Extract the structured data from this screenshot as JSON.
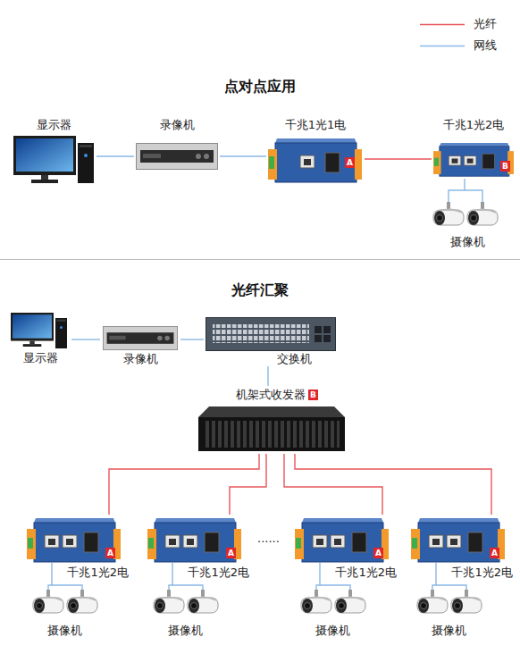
{
  "diagram": {
    "nodes": [
      {
        "text": [
          "显示器"
        ]
      },
      {
        "text": [
          "录像机"
        ]
      },
      {
        "text": [
          "千兆1光1电",
          "A"
        ]
      },
      {
        "text": [
          "千兆1光2电",
          "B"
        ]
      },
      {
        "text": [
          "摄像机"
        ]
      },
      {
        "text": [
          "显示器"
        ]
      },
      {
        "text": [
          "录像机"
        ]
      },
      {
        "text": [
          "交换机"
        ]
      },
      {
        "text": [
          "机架式收发器",
          "B"
        ]
      },
      {
        "text": [
          "千兆1光2电",
          "A"
        ]
      },
      {
        "text": [
          "千兆1光2电",
          "A"
        ]
      },
      {
        "text": [
          "千兆1光2电",
          "A"
        ]
      },
      {
        "text": [
          "千兆1光2电",
          "A"
        ]
      },
      {
        "text": [
          "摄像机"
        ]
      },
      {
        "text": [
          "摄像机"
        ]
      },
      {
        "text": [
          "摄像机"
        ]
      },
      {
        "text": [
          "摄像机"
        ]
      }
    ],
    "edges": [
      {
        "from": 0,
        "to": 1,
        "arrow": "none"
      },
      {
        "from": 1,
        "to": 2,
        "arrow": "none"
      },
      {
        "from": 2,
        "to": 3,
        "arrow": "none"
      },
      {
        "from": 3,
        "to": 4,
        "arrow": "none"
      },
      {
        "from": 5,
        "to": 6,
        "arrow": "none"
      },
      {
        "from": 6,
        "to": 7,
        "arrow": "none"
      },
      {
        "from": 7,
        "to": 8,
        "arrow": "none"
      },
      {
        "from": 8,
        "to": 9,
        "arrow": "none"
      },
      {
        "from": 8,
        "to": 10,
        "arrow": "none"
      },
      {
        "from": 8,
        "to": 11,
        "arrow": "none"
      },
      {
        "from": 8,
        "to": 12,
        "arrow": "none"
      },
      {
        "from": 9,
        "to": 13,
        "arrow": "none"
      },
      {
        "from": 10,
        "to": 14,
        "arrow": "none"
      },
      {
        "from": 11,
        "to": 15,
        "arrow": "none"
      },
      {
        "from": 12,
        "to": 16,
        "arrow": "none"
      }
    ],
    "labels": [
      "点对点应用",
      "光纤汇聚",
      "......"
    ],
    "legend": [
      {
        "text": "光纤"
      },
      {
        "text": "网线"
      }
    ]
  }
}
